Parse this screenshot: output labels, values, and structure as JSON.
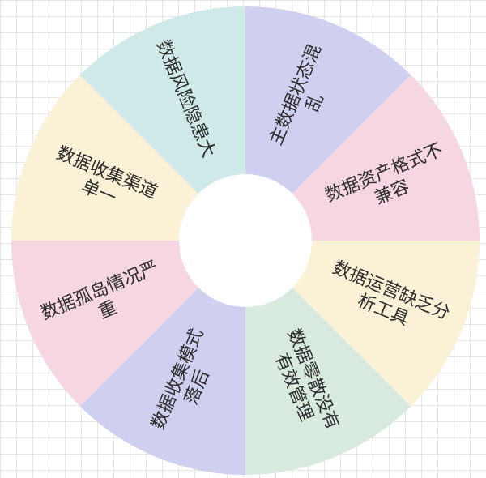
{
  "segments": [
    {
      "lines": [
        "主数据状态混",
        "乱"
      ],
      "color": "#cfcff0"
    },
    {
      "lines": [
        "数据资产格式不",
        "兼容"
      ],
      "color": "#f6d6e3"
    },
    {
      "lines": [
        "数据运营缺乏分",
        "析工具"
      ],
      "color": "#faf1d6"
    },
    {
      "lines": [
        "数据零散没有",
        "有效管理"
      ],
      "color": "#d8e9de"
    },
    {
      "lines": [
        "数据收集模式",
        "落后"
      ],
      "color": "#cfcff0"
    },
    {
      "lines": [
        "数据孤岛情况严",
        "重"
      ],
      "color": "#f6d6e3"
    },
    {
      "lines": [
        "数据收集渠道",
        "单一"
      ],
      "color": "#faf1d6"
    },
    {
      "lines": [
        "数据风险隐患大"
      ],
      "color": "#cfe9e9"
    }
  ]
}
